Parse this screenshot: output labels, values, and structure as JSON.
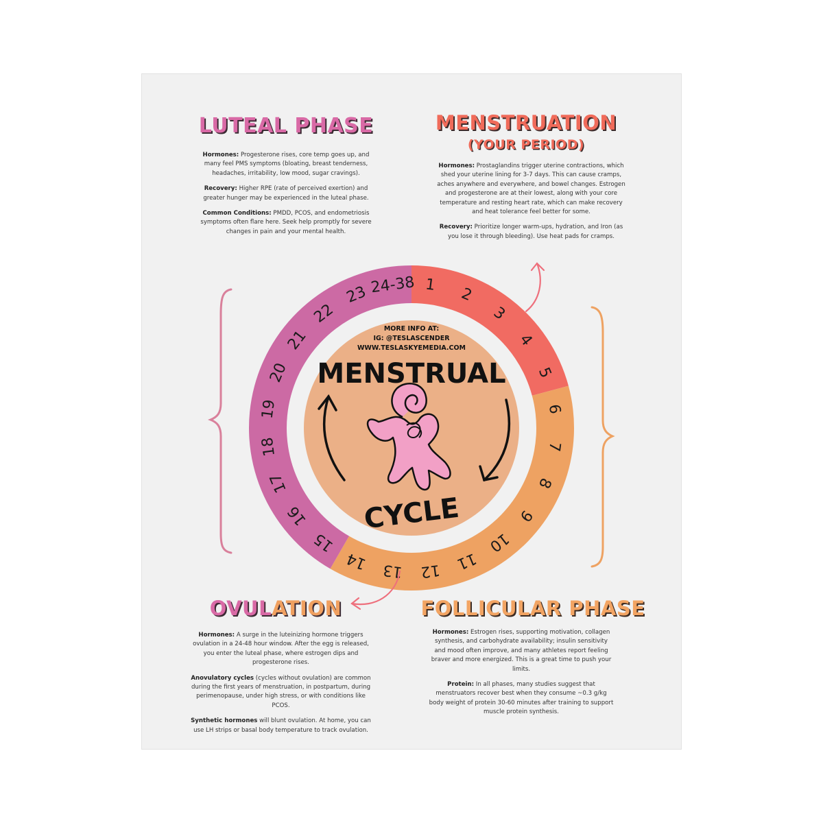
{
  "luteal": {
    "title": "LUTEAL PHASE",
    "hormones_label": "Hormones:",
    "hormones_text": " Progesterone rises, core temp goes up, and many feel PMS symptoms (bloating, breast tenderness, headaches, irritability, low mood, sugar cravings).",
    "recovery_label": "Recovery:",
    "recovery_text": " Higher RPE (rate of perceived exertion) and greater hunger may be experienced in the luteal phase.",
    "conditions_label": "Common Conditions:",
    "conditions_text": " PMDD, PCOS, and endometriosis symptoms often flare here. Seek help promptly for severe changes in pain and your mental health."
  },
  "menstruation": {
    "title": "MENSTRUATION",
    "subtitle": "(YOUR PERIOD)",
    "hormones_label": "Hormones:",
    "hormones_text": " Prostaglandins trigger uterine contractions, which shed your uterine lining for 3-7 days. This can cause cramps, aches anywhere and everywhere, and bowel changes. Estrogen and progesterone are at their lowest, along with your core temperature and resting heart rate, which can make recovery and heat tolerance feel better for some.",
    "recovery_label": "Recovery:",
    "recovery_text": " Prioritize longer warm-ups, hydration, and Iron (as you lose it through bleeding). Use heat pads for cramps."
  },
  "ovulation": {
    "title_a": "OVUL",
    "title_b": "ATION",
    "hormones_label": "Hormones:",
    "hormones_text": " A surge in the luteinizing hormone triggers ovulation in a 24-48 hour window. After the egg is released, you enter the luteal phase, where estrogen dips and progesterone rises.",
    "anov_label": "Anovulatory cycles",
    "anov_text": " (cycles without ovulation) are common during the first years of menstruation, in postpartum, during perimenopause, under high stress, or with conditions like PCOS.",
    "synth_label": "Synthetic hormones",
    "synth_text": " will blunt ovulation. At home, you can use LH strips or basal body temperature to track ovulation."
  },
  "follicular": {
    "title": "FOLLICULAR PHASE",
    "hormones_label": "Hormones:",
    "hormones_text": " Estrogen rises, supporting motivation, collagen synthesis, and carbohydrate availability; insulin sensitivity and mood often improve, and many athletes report feeling braver and more energized. This is a great time to push your limits.",
    "protein_label": "Protein:",
    "protein_text": " In all phases, many studies suggest that menstruators recover best when they consume ~0.3 g/kg body weight of protein 30-60 minutes after training to support muscle protein synthesis."
  },
  "center": {
    "info_1": "MORE INFO AT:",
    "info_2": "IG: @TESLASCENDER",
    "info_3": "WWW.TESLASKYEMEDIA.COM",
    "title_top": "MENSTRUAL",
    "title_bottom": "CYCLE",
    "mascot": "uterus-mascot-icon"
  },
  "ring": {
    "days": [
      {
        "label": "1",
        "phase": "menstruation"
      },
      {
        "label": "2",
        "phase": "menstruation"
      },
      {
        "label": "3",
        "phase": "menstruation"
      },
      {
        "label": "4",
        "phase": "menstruation"
      },
      {
        "label": "5",
        "phase": "menstruation"
      },
      {
        "label": "6",
        "phase": "follicular"
      },
      {
        "label": "7",
        "phase": "follicular"
      },
      {
        "label": "8",
        "phase": "follicular"
      },
      {
        "label": "9",
        "phase": "follicular"
      },
      {
        "label": "10",
        "phase": "follicular"
      },
      {
        "label": "11",
        "phase": "follicular"
      },
      {
        "label": "12",
        "phase": "follicular"
      },
      {
        "label": "13",
        "phase": "follicular"
      },
      {
        "label": "14",
        "phase": "follicular"
      },
      {
        "label": "15",
        "phase": "luteal"
      },
      {
        "label": "16",
        "phase": "luteal"
      },
      {
        "label": "17",
        "phase": "luteal"
      },
      {
        "label": "18",
        "phase": "luteal"
      },
      {
        "label": "19",
        "phase": "luteal"
      },
      {
        "label": "20",
        "phase": "luteal"
      },
      {
        "label": "21",
        "phase": "luteal"
      },
      {
        "label": "22",
        "phase": "luteal"
      },
      {
        "label": "23",
        "phase": "luteal"
      },
      {
        "label": "24-38",
        "phase": "luteal"
      }
    ]
  },
  "colors": {
    "menstruation": "#f16b62",
    "follicular": "#eea262",
    "luteal": "#cc6aa4",
    "center_fill": "#ebb087",
    "mascot_fill": "#f2a0c6",
    "bracket_left": "#d9809b",
    "bracket_right": "#eea262"
  }
}
